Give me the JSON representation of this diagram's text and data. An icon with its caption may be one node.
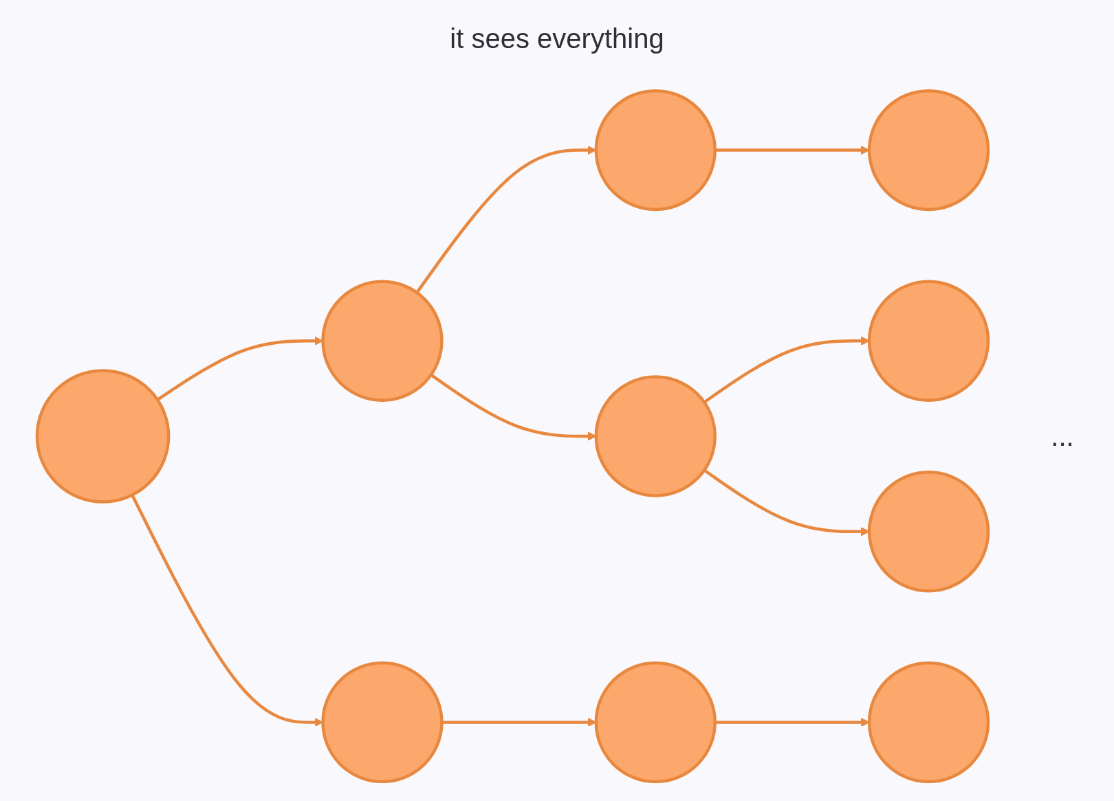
{
  "diagram": {
    "title": "it sees everything",
    "nodes": [
      {
        "text": [],
        "shape": "circle"
      },
      {
        "text": [],
        "shape": "circle"
      },
      {
        "text": [],
        "shape": "circle"
      },
      {
        "text": [],
        "shape": "circle"
      },
      {
        "text": [],
        "shape": "circle"
      },
      {
        "text": [],
        "shape": "circle"
      },
      {
        "text": [],
        "shape": "circle"
      },
      {
        "text": [],
        "shape": "circle"
      },
      {
        "text": [],
        "shape": "circle"
      },
      {
        "text": [],
        "shape": "circle"
      }
    ],
    "edges": [
      {
        "from": 0,
        "to": 1,
        "arrow": "to"
      },
      {
        "from": 0,
        "to": 2,
        "arrow": "to"
      },
      {
        "from": 1,
        "to": 3,
        "arrow": "to"
      },
      {
        "from": 1,
        "to": 4,
        "arrow": "to"
      },
      {
        "from": 3,
        "to": 6,
        "arrow": "to"
      },
      {
        "from": 4,
        "to": 7,
        "arrow": "to"
      },
      {
        "from": 4,
        "to": 8,
        "arrow": "to"
      },
      {
        "from": 2,
        "to": 5,
        "arrow": "to"
      },
      {
        "from": 5,
        "to": 9,
        "arrow": "to"
      }
    ],
    "labels": [
      "..."
    ]
  }
}
